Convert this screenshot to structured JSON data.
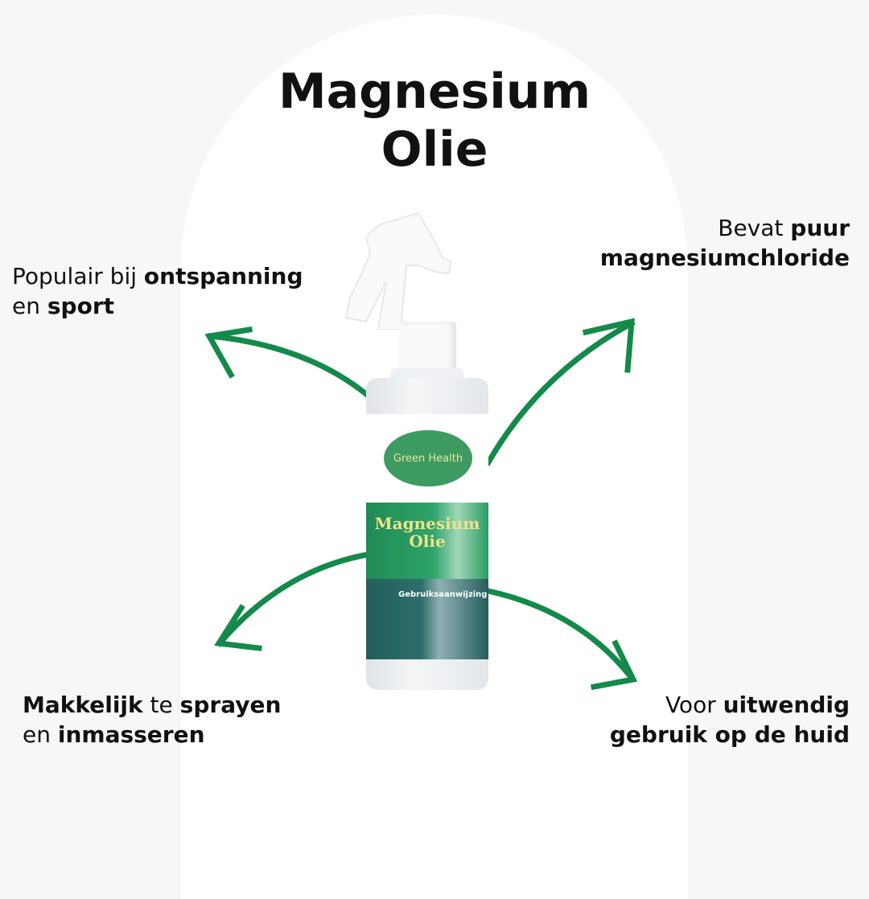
{
  "title": {
    "line1": "Magnesium",
    "line2": "Olie"
  },
  "features": {
    "top_left": {
      "t1": "Populair bij ",
      "b1": "ontspanning",
      "t2": "en ",
      "b2": "sport"
    },
    "top_right": {
      "t1": "Bevat ",
      "b1": "puur",
      "b2": "magnesiumchloride"
    },
    "bottom_left": {
      "b1": "Makkelijk",
      "t1": " te ",
      "b2": "sprayen",
      "t2": "en ",
      "b3": "inmasseren"
    },
    "bottom_right": {
      "t1": "Voor ",
      "b1": "uitwendig",
      "b2": "gebruik op de huid"
    }
  },
  "product": {
    "brand": "Green Health",
    "name_line1": "Magnesium",
    "name_line2": "Olie",
    "label_small": "Gebruiksaanwijzing"
  },
  "colors": {
    "arrow": "#148a4a",
    "background": "#f7f7f7",
    "arch": "#ffffff"
  }
}
